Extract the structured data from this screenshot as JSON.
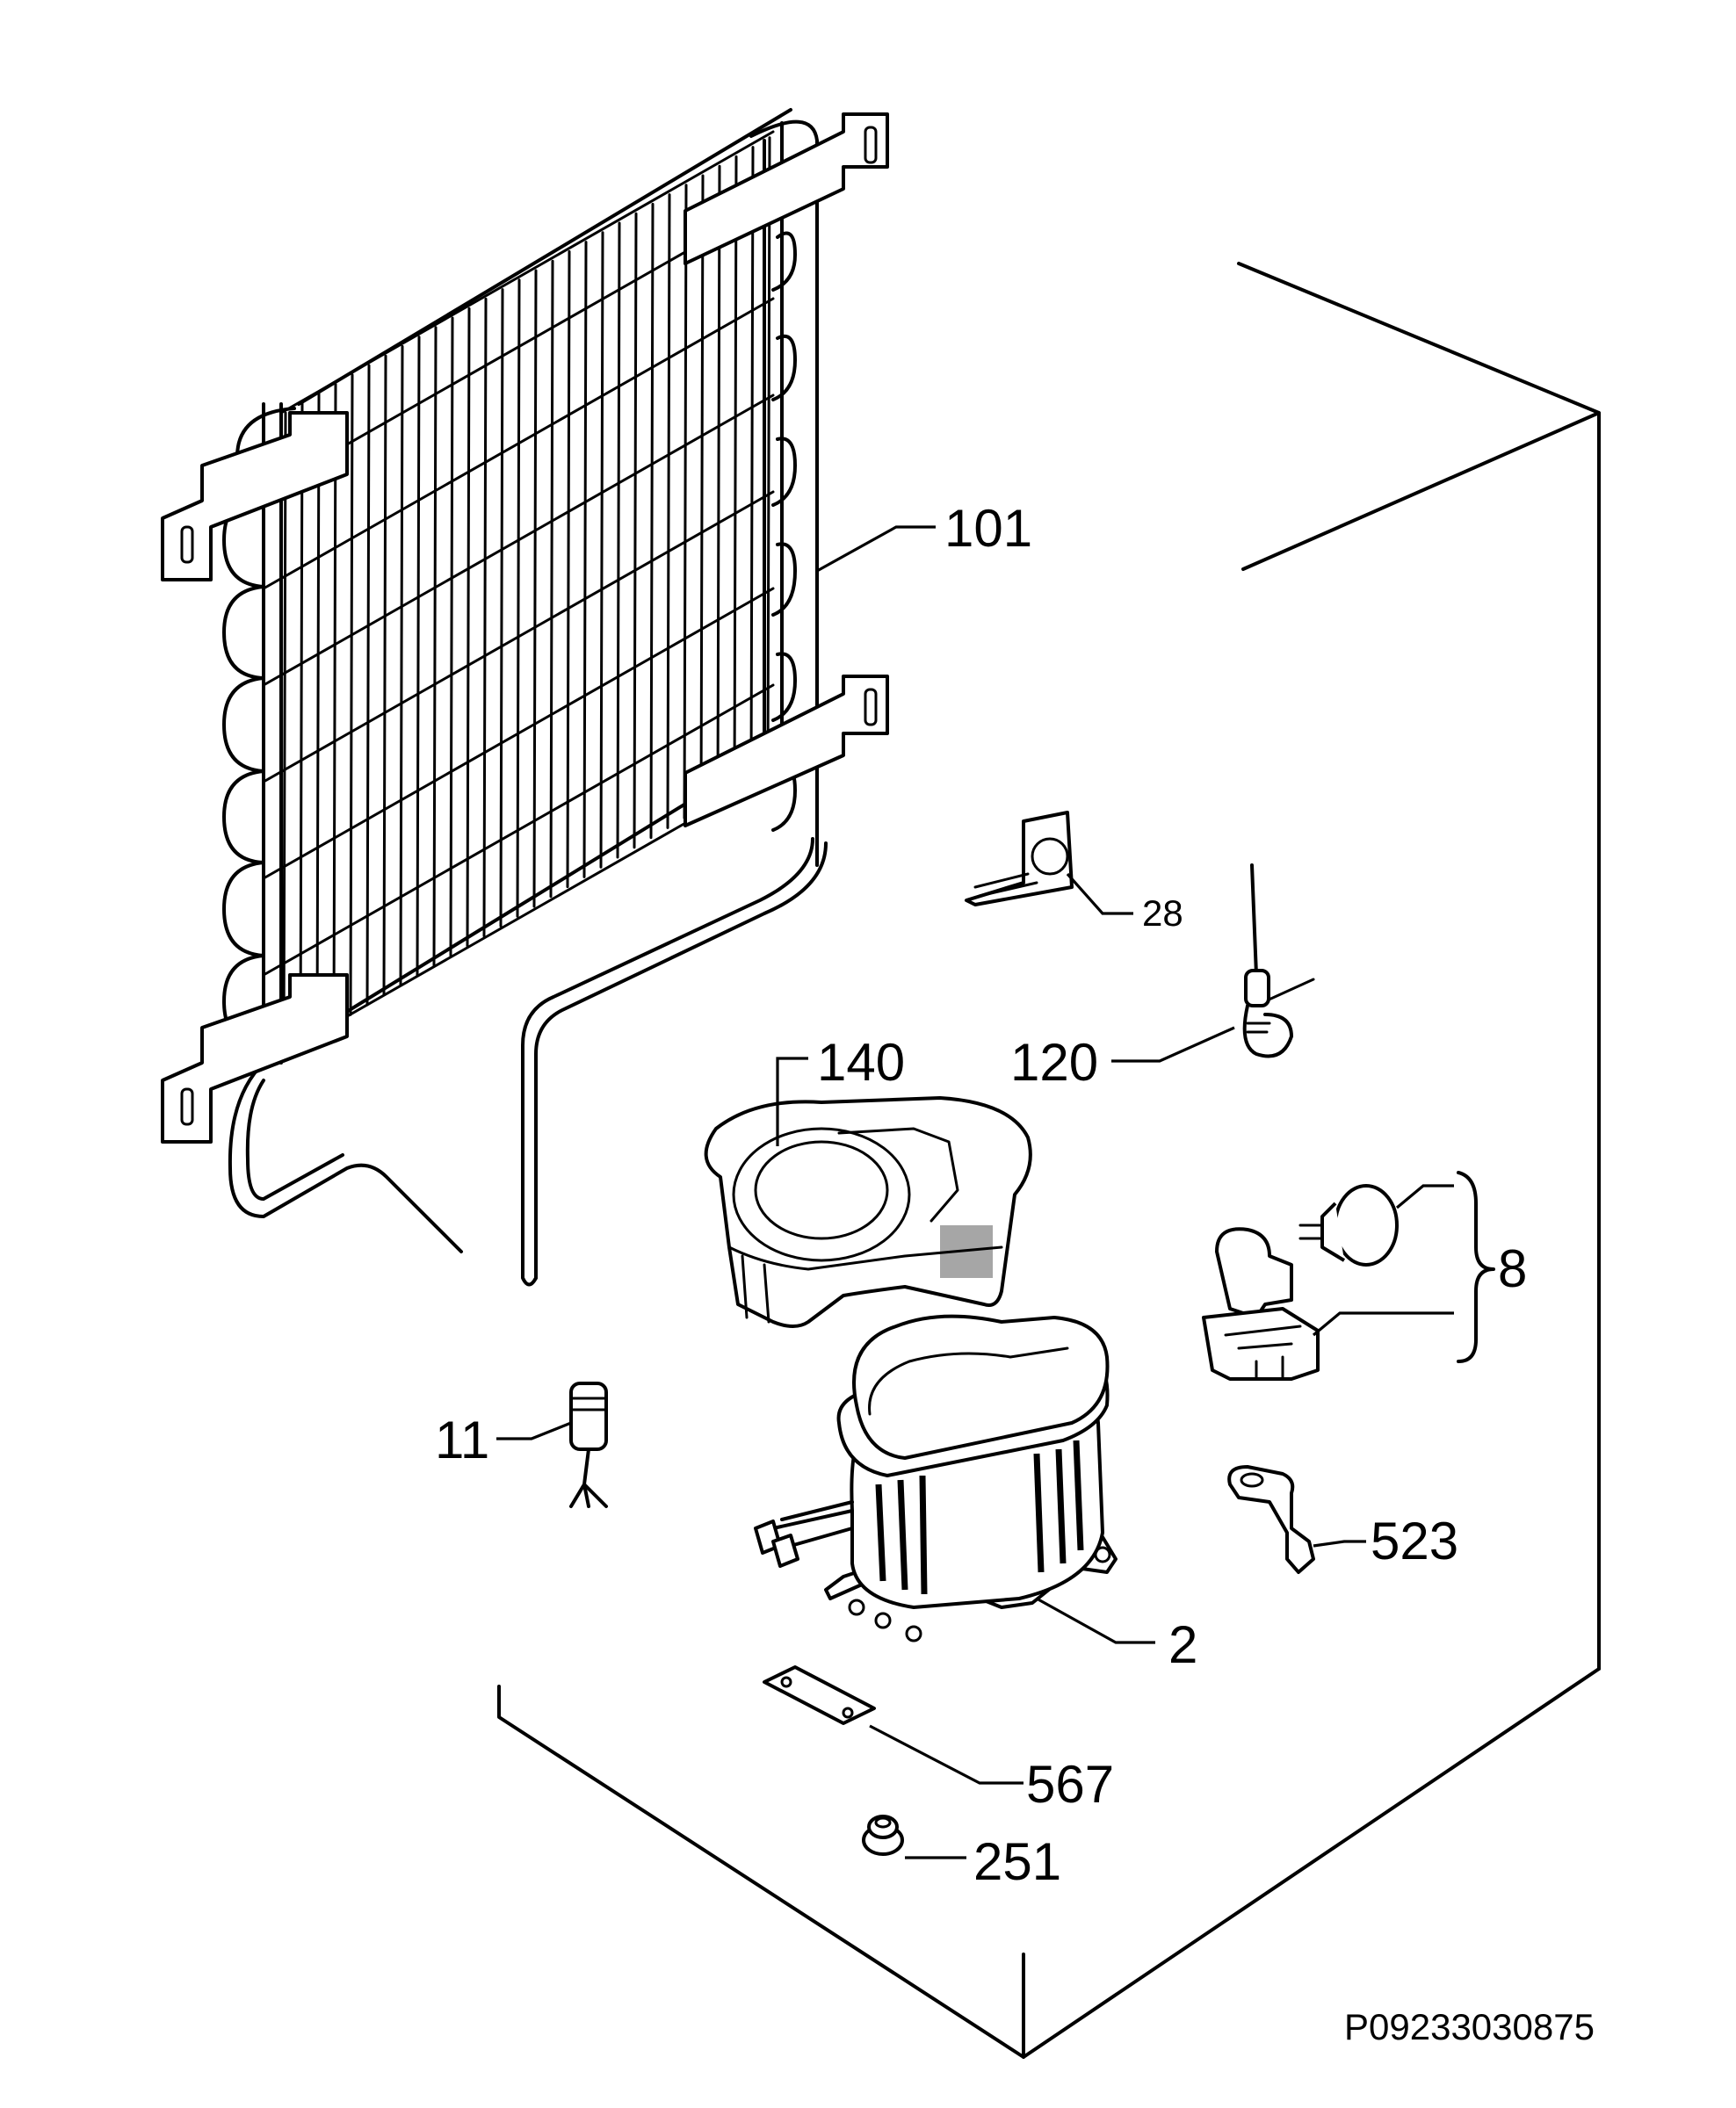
{
  "callouts": {
    "condenser": "101",
    "clip": "28",
    "service_valve": "120",
    "compressor_cover": "140",
    "electrical_kit": "8",
    "drier": "11",
    "clamp": "523",
    "compressor": "2",
    "plate": "567",
    "grommet": "251"
  },
  "reference_code": "P09233030875",
  "colors": {
    "line": "#000000",
    "background": "#ffffff"
  }
}
